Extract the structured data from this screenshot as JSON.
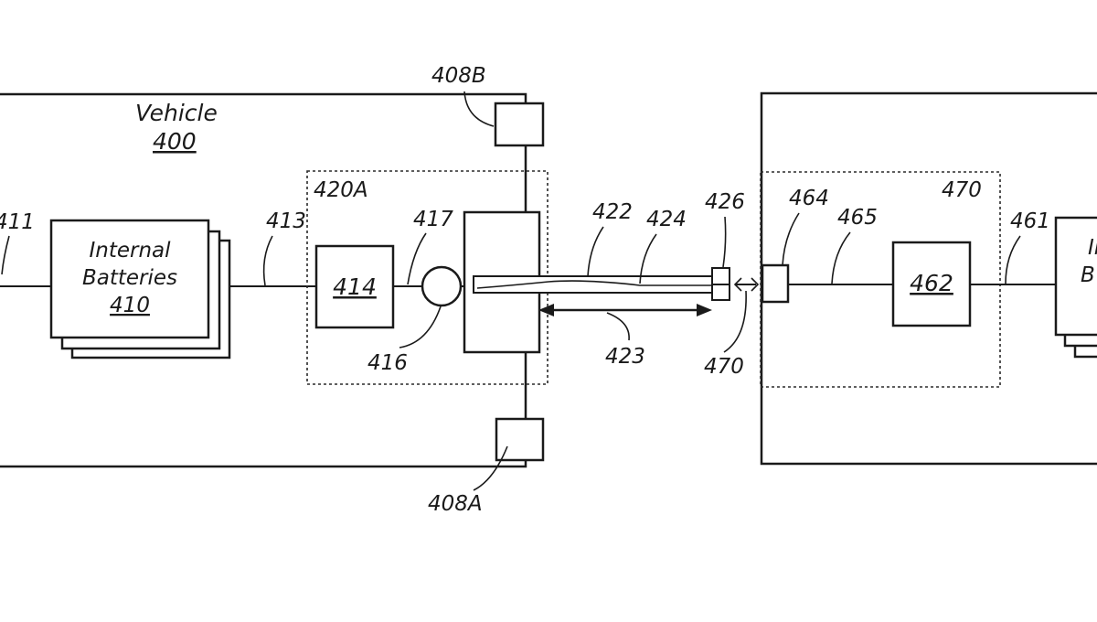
{
  "vehicle": {
    "name": "Vehicle",
    "ref": "400"
  },
  "batteries": {
    "line1": "Internal",
    "line2": "Batteries",
    "ref": "410"
  },
  "refs": {
    "r411": "411",
    "r413": "413",
    "r414": "414",
    "r416": "416",
    "r417": "417",
    "r420A": "420A",
    "r408A": "408A",
    "r408B": "408B",
    "r422": "422",
    "r423": "423",
    "r424": "424",
    "r426": "426",
    "r470_bottom": "470",
    "r464": "464",
    "r465": "465",
    "r470_top": "470",
    "r461": "461",
    "r462": "462"
  },
  "right_battery_partial": {
    "line1": "In",
    "line2": "B"
  },
  "colors": {
    "ink": "#1a1a1a",
    "background": "#ffffff"
  }
}
